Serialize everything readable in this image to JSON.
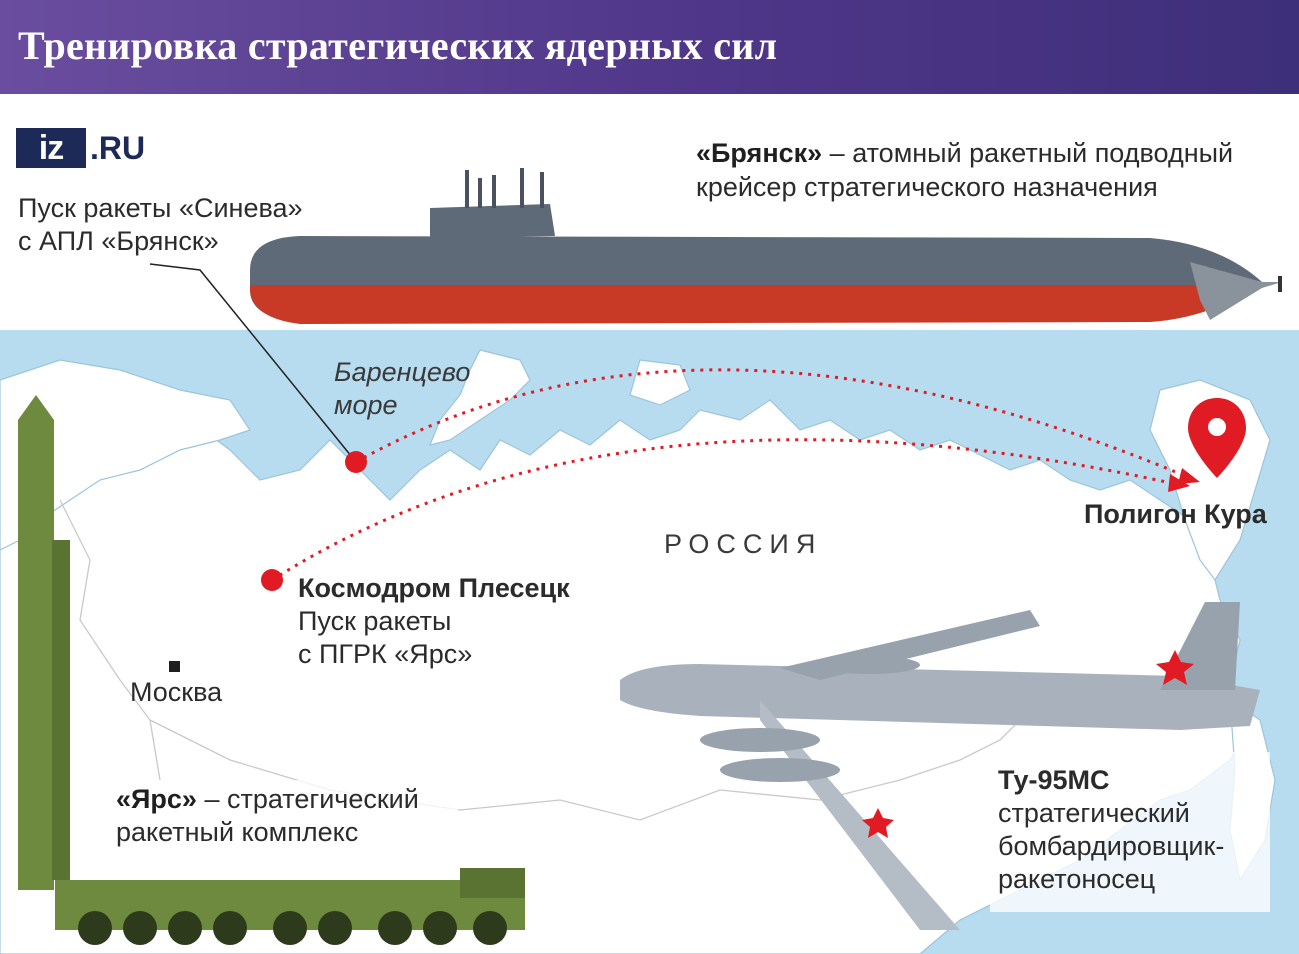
{
  "header": {
    "title": "Тренировка стратегических ядерных сил"
  },
  "logo": {
    "iz": "iz",
    "ru": ".RU"
  },
  "submarine": {
    "name": "«Брянск»",
    "description_line1": " – атомный ракетный подводный",
    "description_line2": "крейсер стратегического назначения"
  },
  "sineva": {
    "line1": "Пуск ракеты «Синева»",
    "line2": "с АПЛ «Брянск»"
  },
  "sea": {
    "line1": "Баренцево",
    "line2": "море"
  },
  "plesetsk": {
    "name": "Космодром Плесецк",
    "line1": "Пуск ракеты",
    "line2": "с ПГРК «Ярс»"
  },
  "russia": "РОССИЯ",
  "moscow": "Москва",
  "kura": "Полигон Кура",
  "yars": {
    "name": "«Ярс»",
    "line1_rest": " – стратегический",
    "line2": "ракетный комплекс"
  },
  "bomber": {
    "name": "Ту-95МС",
    "line1": "стратегический",
    "line2": "бомбардировщик-",
    "line3": "ракетоносец"
  },
  "colors": {
    "header": "#4f3688",
    "sea": "#b7dcef",
    "land": "#ffffff",
    "route": "#e01b24",
    "hull_red": "#c83a25",
    "hull_grey": "#5f6a78",
    "plane": "#a9b2bc",
    "launcher": "#6e8a3e"
  }
}
